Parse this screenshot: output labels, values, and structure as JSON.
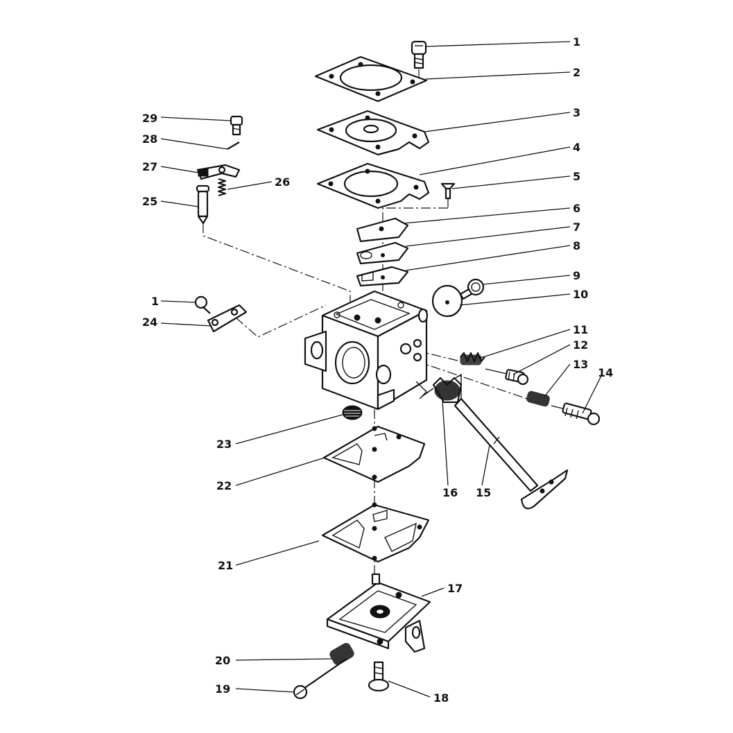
{
  "callouts": [
    "1",
    "2",
    "3",
    "4",
    "5",
    "6",
    "7",
    "8",
    "9",
    "10",
    "11",
    "12",
    "13",
    "14",
    "15",
    "16",
    "17",
    "18",
    "19",
    "20",
    "21",
    "22",
    "23",
    "24",
    "25",
    "26",
    "27",
    "28",
    "29",
    "1"
  ]
}
